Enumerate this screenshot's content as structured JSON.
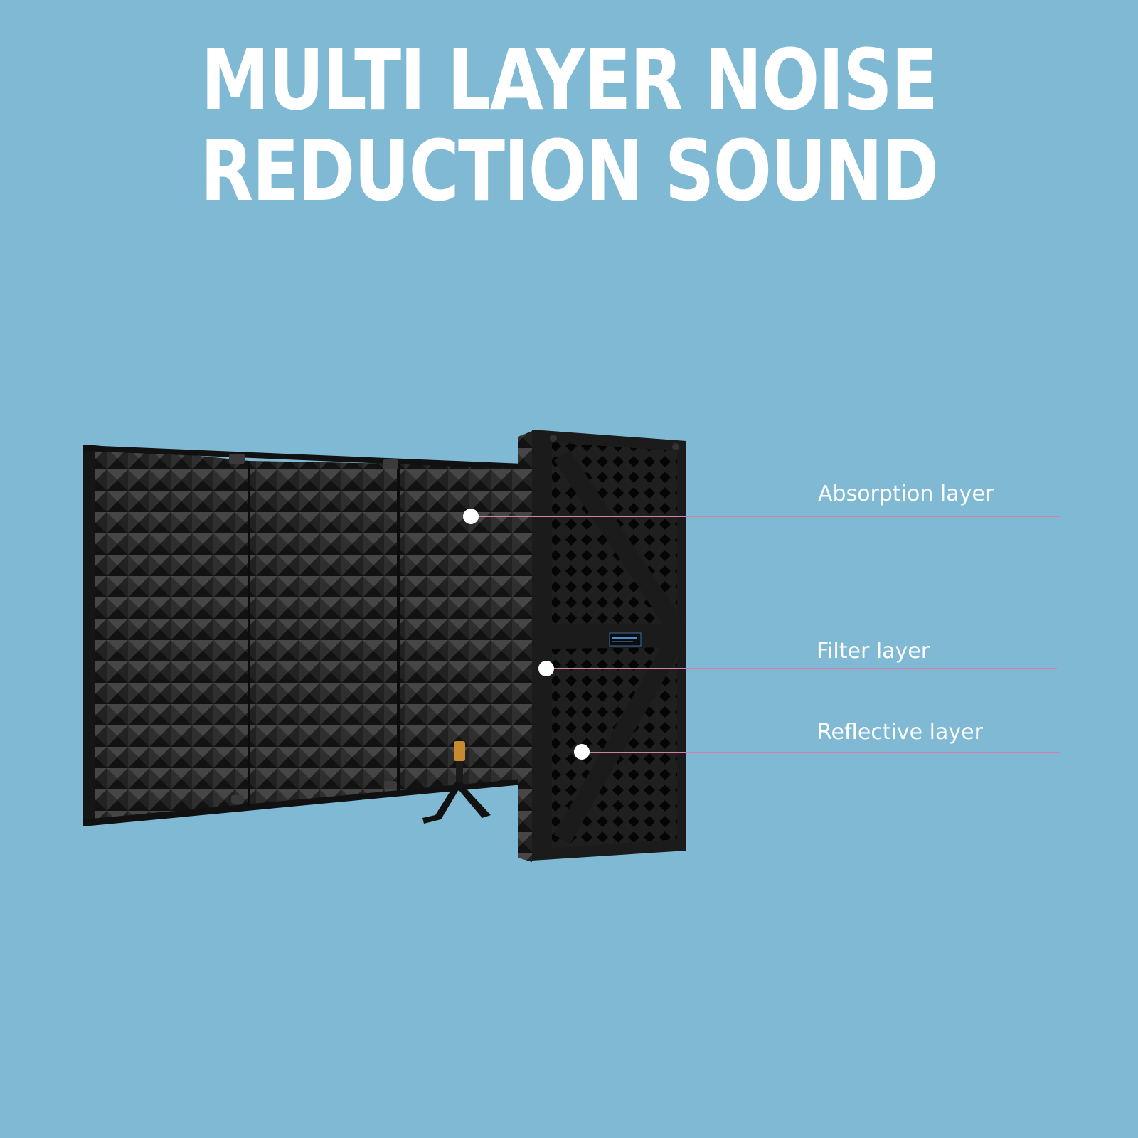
{
  "headline": {
    "line1": "MULTI LAYER NOISE",
    "line2": "REDUCTION SOUND"
  },
  "callouts": [
    {
      "label": "Absorption layer"
    },
    {
      "label": "Filter layer"
    },
    {
      "label": "Reflective layer"
    }
  ],
  "colors": {
    "background": "#7fb9d4",
    "headline_text": "#ffffff",
    "callout_line": "#d77fa8",
    "foam": "#2a2a2a",
    "panel_frame": "#1b1b1b"
  }
}
